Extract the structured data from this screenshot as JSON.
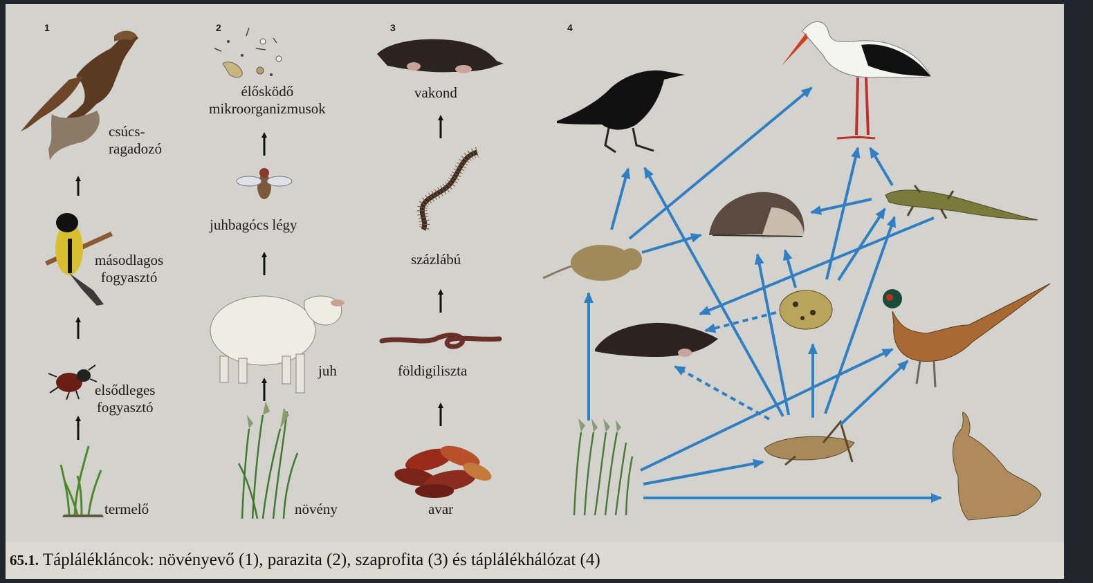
{
  "panels": [
    "1",
    "2",
    "3",
    "4"
  ],
  "chain1": {
    "apex": [
      "csúcs-",
      "ragadozó"
    ],
    "secondary": [
      "másodlagos",
      "fogyasztó"
    ],
    "primary": [
      "elsődleges",
      "fogyasztó"
    ],
    "producer": "termelő"
  },
  "chain2": {
    "microbes": [
      "élősködő",
      "mikroorganizmusok"
    ],
    "fly": "juhbagócs légy",
    "sheep": "juh",
    "plant": "növény"
  },
  "chain3": {
    "mole": "vakond",
    "centipede": "százlábú",
    "earthworm": "földigiliszta",
    "litter": "avar"
  },
  "caption": {
    "number": "65.1.",
    "text": "Táplálékláncok: növényevő (1), parazita (2), szaprofita (3) és táplálékhálózat (4)"
  },
  "colors": {
    "arrow_blue": "#2f7fc4",
    "figure_bg": "#d4d2cd",
    "frame": "#22252b"
  }
}
